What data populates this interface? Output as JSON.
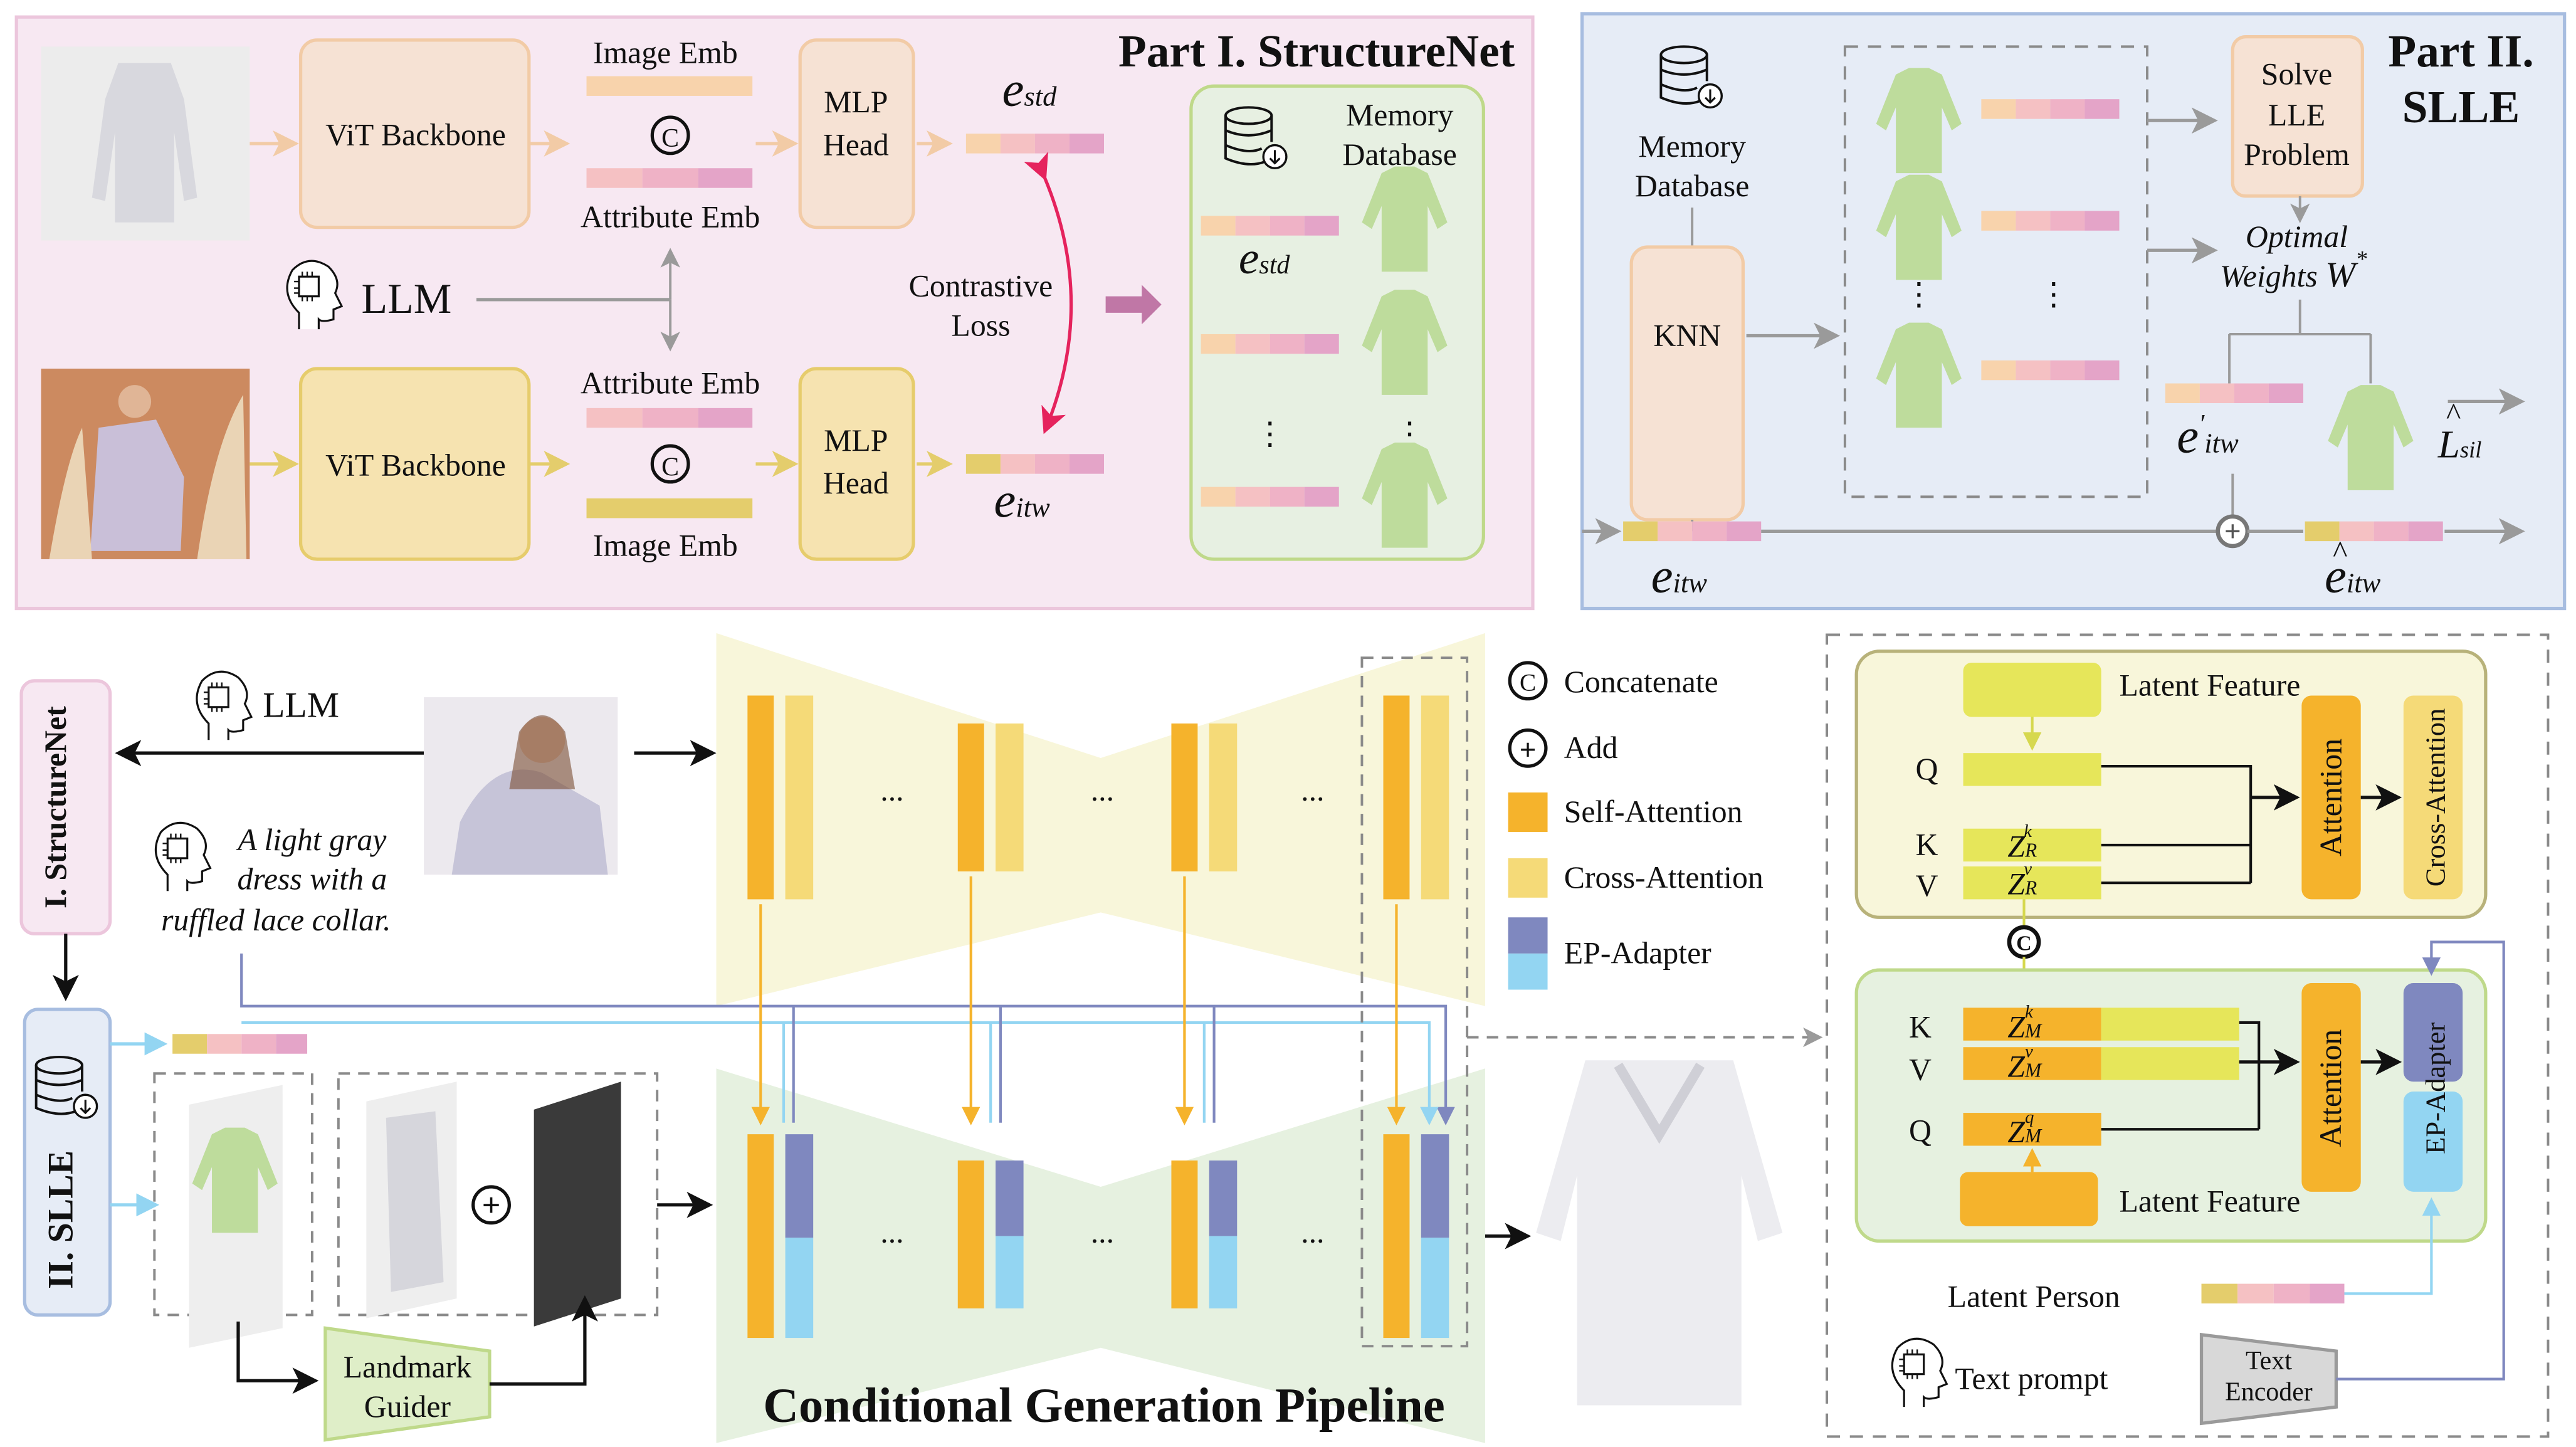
{
  "colors": {
    "part1_bg": "#f7e8f2",
    "part1_border": "#ecc6dc",
    "part2_bg": "#e6ecf6",
    "part2_border": "#a7bde0",
    "vit_top": "#f6e2d4",
    "vit_top_border": "#f2cba6",
    "vit_bottom": "#f6e3b0",
    "vit_bottom_border": "#e6cc6c",
    "memory_bg": "#e7f0e2",
    "memory_border": "#bfd98a",
    "garment_green": "#bedc9c",
    "emb_peach": "#f8d3ac",
    "emb_pink1": "#f5c1c3",
    "emb_pink2": "#efb2c6",
    "emb_pink3": "#e4a4c8",
    "emb_gold": "#e4cd6c",
    "self_attention": "#f5b32c",
    "cross_attention": "#f5da78",
    "ep_dark": "#7f88bf",
    "ep_light": "#93d5f2",
    "latent_yellow": "#e6e65a",
    "contrastive": "#e5235d",
    "arrow_gray": "#9a9a9a",
    "decoder_yellow": "#f8f6da",
    "decoder_green": "#e6f1e0"
  },
  "part1": {
    "title": "Part I. StructureNet",
    "top_row": {
      "backbone": "ViT Backbone",
      "emb_top": "Image Emb",
      "emb_bottom": "Attribute Emb",
      "head": [
        "MLP",
        "Head"
      ],
      "output": "e",
      "output_sub": "std"
    },
    "bottom_row": {
      "backbone": "ViT Backbone",
      "emb_top": "Attribute Emb",
      "emb_bottom": "Image Emb",
      "head": [
        "MLP",
        "Head"
      ],
      "output": "e",
      "output_sub": "itw"
    },
    "llm_label": "LLM",
    "concat_symbol": "C",
    "loss_label": [
      "Contrastive",
      "Loss"
    ],
    "memory": {
      "title": [
        "Memory",
        "Database"
      ],
      "emb_label": "e",
      "emb_sub": "std",
      "ellipsis": "⋮"
    }
  },
  "part2": {
    "title": [
      "Part II.",
      "SLLE"
    ],
    "memory_label": [
      "Memory",
      "Database"
    ],
    "knn_label": "KNN",
    "solver_label": [
      "Solve",
      "LLE",
      "Problem"
    ],
    "weights_label": [
      "Optimal",
      "Weights"
    ],
    "weights_symbol": "W",
    "weights_sup": "*",
    "e_prime": "e",
    "e_prime_sup": "′",
    "e_prime_sub": "itw",
    "loss": "L",
    "loss_sub": "sil",
    "e_in": "e",
    "e_in_sub": "itw",
    "e_out": "e",
    "e_out_sub": "itw",
    "add_symbol": "+",
    "ellipsis": "⋮"
  },
  "pipeline": {
    "structurenet_label": "I. StructureNet",
    "slle_label": "II. SLLE",
    "llm_label": "LLM",
    "caption": [
      "A light gray",
      "dress with a",
      "ruffled lace collar."
    ],
    "landmark_label": [
      "Landmark",
      "Guider"
    ],
    "title": "Conditional Generation Pipeline",
    "ellipsis": "...",
    "add_symbol": "+"
  },
  "legend": [
    {
      "label": "Concatenate",
      "icon": "concat-icon"
    },
    {
      "label": "Add",
      "icon": "add-icon"
    },
    {
      "label": "Self-Attention",
      "icon": "self-attention-swatch"
    },
    {
      "label": "Cross-Attention",
      "icon": "cross-attention-swatch"
    },
    {
      "label": "EP-Adapter",
      "icon": "ep-adapter-swatch"
    }
  ],
  "detail": {
    "top": {
      "latent_label": "Latent Feature",
      "q": "Q",
      "k": "K",
      "v": "V",
      "zk": "Z",
      "zk_sup": "k",
      "zk_sub": "R",
      "zv": "Z",
      "zv_sup": "v",
      "zv_sub": "R",
      "attention": "Attention",
      "cross_attention": "Cross-Attention"
    },
    "bottom": {
      "latent_label": "Latent Feature",
      "q": "Q",
      "k": "K",
      "v": "V",
      "zk": "Z",
      "zk_sup": "k",
      "zk_sub": "M",
      "zv": "Z",
      "zv_sup": "v",
      "zv_sub": "M",
      "zq": "Z",
      "zq_sup": "q",
      "zq_sub": "M",
      "attention": "Attention",
      "adapter": "EP-Adapter"
    },
    "concat_symbol": "C",
    "latent_person": "Latent Person",
    "text_prompt": "Text prompt",
    "text_encoder": [
      "Text",
      "Encoder"
    ]
  }
}
